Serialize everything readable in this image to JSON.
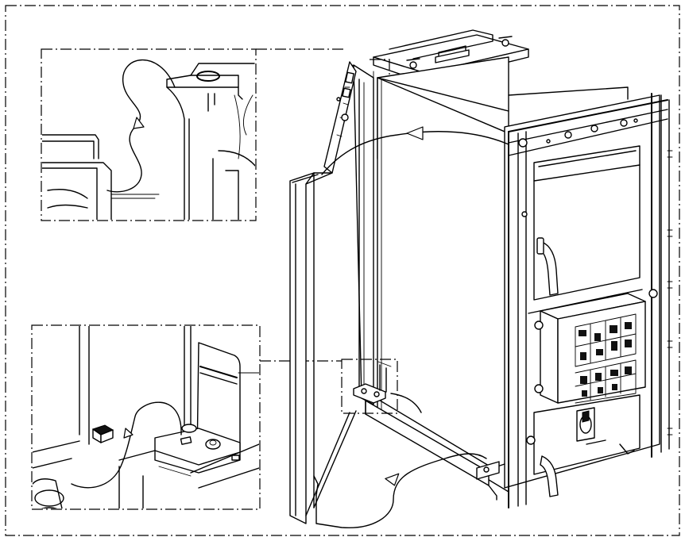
{
  "diagram": {
    "description_items": [
      "outer-frame",
      "detail-top-hinge",
      "detail-bottom-hinge",
      "cabinet",
      "door-panel",
      "top-lid"
    ]
  }
}
